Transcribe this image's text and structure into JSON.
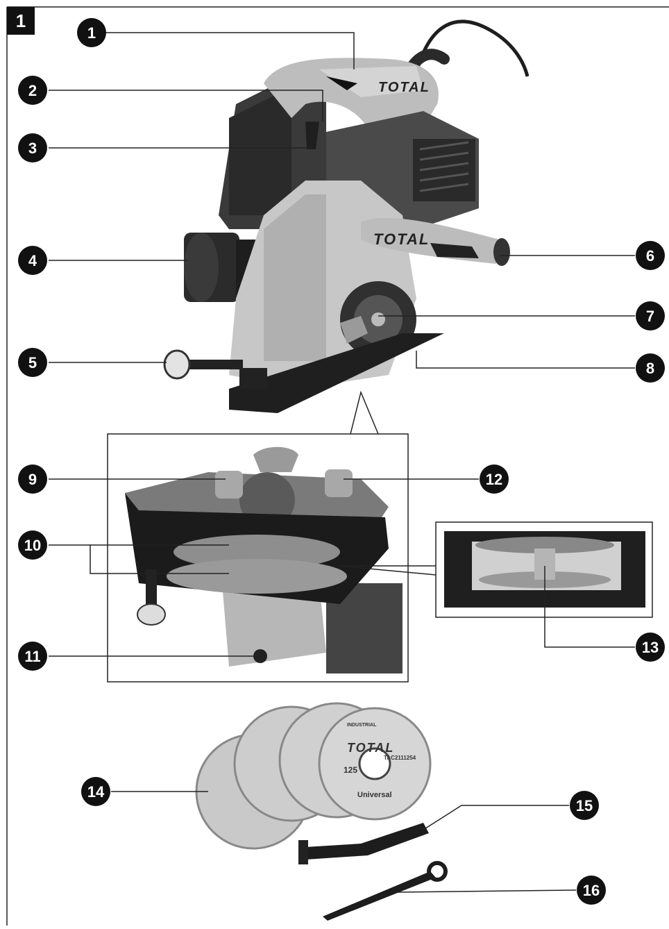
{
  "figure_number": "1",
  "brand": "TOTAL",
  "blade_text": {
    "size": "125",
    "tagline": "Universal",
    "grade": "INDUSTRIAL",
    "model": "TAC2111254"
  },
  "callouts": [
    {
      "label": "1"
    },
    {
      "label": "2"
    },
    {
      "label": "3"
    },
    {
      "label": "4"
    },
    {
      "label": "5"
    },
    {
      "label": "6"
    },
    {
      "label": "7"
    },
    {
      "label": "8"
    },
    {
      "label": "9"
    },
    {
      "label": "10"
    },
    {
      "label": "11"
    },
    {
      "label": "12"
    },
    {
      "label": "13"
    },
    {
      "label": "14"
    },
    {
      "label": "15"
    },
    {
      "label": "16"
    }
  ]
}
